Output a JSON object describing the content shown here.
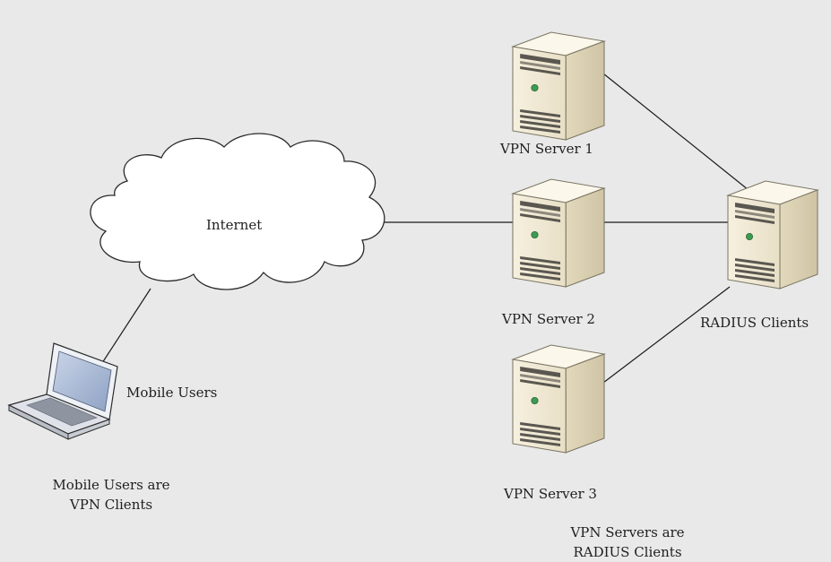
{
  "labels": {
    "internet": "Internet",
    "vpn_server_1": "VPN Server 1",
    "vpn_server_2": "VPN Server 2",
    "vpn_server_3": "VPN Server 3",
    "radius_clients": "RADIUS Clients",
    "mobile_users": "Mobile Users"
  },
  "notes": {
    "mobile_note": [
      "Mobile Users are",
      "VPN Clients"
    ],
    "server_note": [
      "VPN Servers are",
      "RADIUS Clients"
    ]
  },
  "icons": {
    "cloud": "cloud-icon",
    "server": "server-icon",
    "laptop": "laptop-icon"
  },
  "colors": {
    "background": "#e9e9e9",
    "line": "#1a1a1a",
    "server_front": "#f3ecd9",
    "server_side": "#dcd2b6",
    "server_led": "#3e9a52",
    "cloud_fill": "#ffffff",
    "laptop_screen": "#a8b8d4"
  }
}
